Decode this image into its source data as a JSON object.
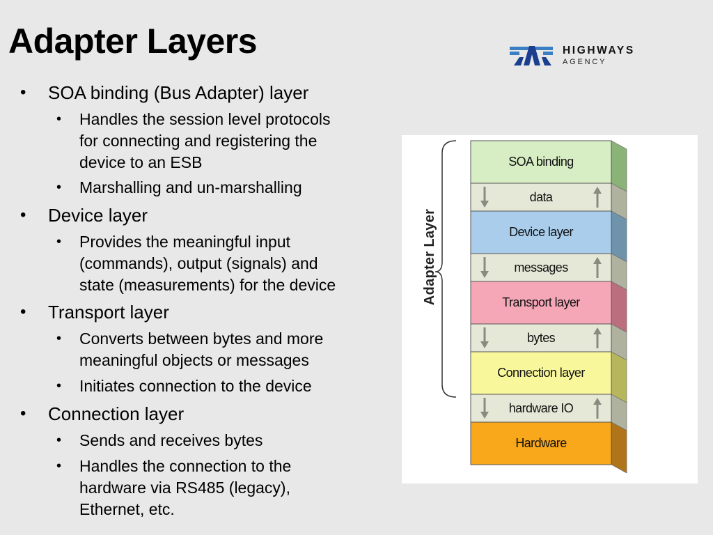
{
  "slide": {
    "title": "Adapter Layers"
  },
  "logo": {
    "name": "HIGHWAYS",
    "subtitle": "AGENCY",
    "colors": {
      "primary": "#1a3f8f",
      "secondary": "#3a7fc4"
    }
  },
  "bullets": [
    {
      "text": "SOA binding (Bus Adapter) layer",
      "sub": [
        [
          "Handles the session level protocols",
          "for connecting and registering the",
          "device to an ESB"
        ],
        [
          "Marshalling and un-marshalling"
        ]
      ]
    },
    {
      "text": "Device layer",
      "sub": [
        [
          "Provides the meaningful input",
          "(commands), output (signals) and",
          "state (measurements) for the device"
        ]
      ]
    },
    {
      "text": "Transport layer",
      "sub": [
        [
          "Converts between bytes and more",
          "meaningful objects or messages"
        ],
        [
          "Initiates connection to the device"
        ]
      ]
    },
    {
      "text": "Connection layer",
      "sub": [
        [
          "Sends and receives bytes"
        ],
        [
          "Handles the connection to the",
          "hardware via RS485 (legacy),",
          "Ethernet, etc."
        ]
      ]
    }
  ],
  "diagram": {
    "bracket_label": "Adapter Layer",
    "layers": [
      {
        "label": "SOA binding",
        "kind": "layer",
        "color": "#d7eec4",
        "side": "#8bb277"
      },
      {
        "label": "data",
        "kind": "data",
        "color": "#e6e8d7",
        "side": "#b0b2a0"
      },
      {
        "label": "Device layer",
        "kind": "layer",
        "color": "#a9cdeb",
        "side": "#6f93ab"
      },
      {
        "label": "messages",
        "kind": "data",
        "color": "#e6e8d7",
        "side": "#b0b2a0"
      },
      {
        "label": "Transport layer",
        "kind": "layer",
        "color": "#f5a7b8",
        "side": "#bb6e7e"
      },
      {
        "label": "bytes",
        "kind": "data",
        "color": "#e6e8d7",
        "side": "#b0b2a0"
      },
      {
        "label": "Connection layer",
        "kind": "layer",
        "color": "#f8f79c",
        "side": "#b8b65c"
      },
      {
        "label": "hardware IO",
        "kind": "data",
        "color": "#e6e8d7",
        "side": "#b0b2a0"
      },
      {
        "label": "Hardware",
        "kind": "layer",
        "color": "#f9a71b",
        "side": "#b0741a"
      }
    ]
  }
}
